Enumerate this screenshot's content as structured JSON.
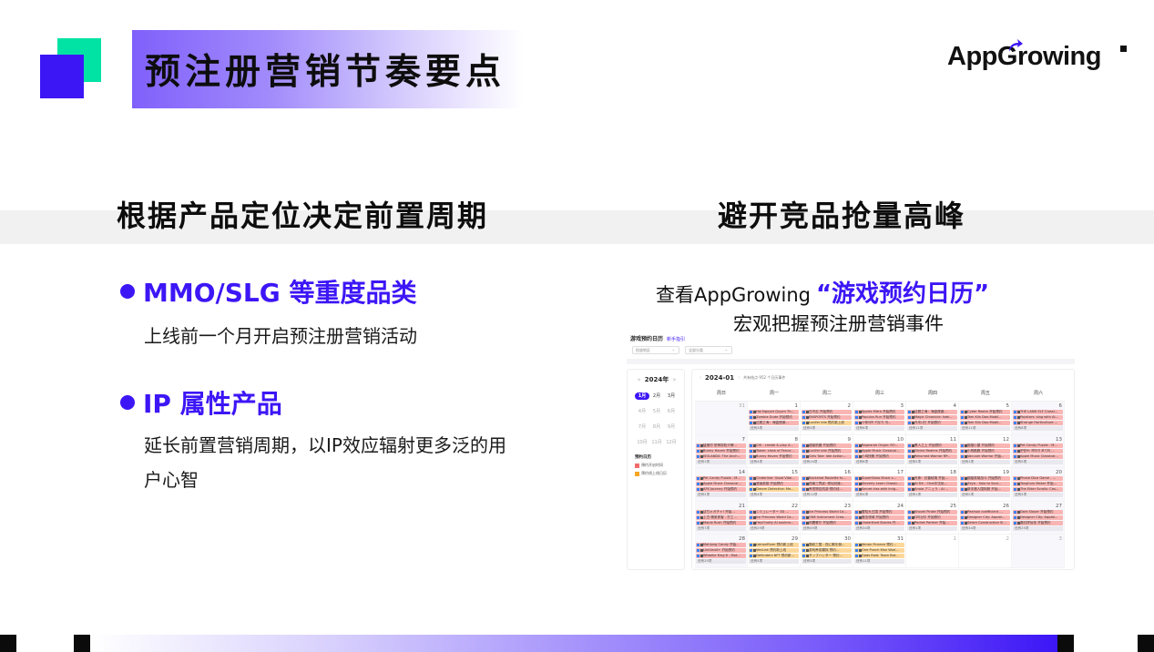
{
  "header": {
    "title": "预注册营销节奏要点",
    "logo_text_before": "App",
    "logo_text_after": "rowing",
    "logo_g": "G",
    "logo_icon": "arrow-up-right-icon"
  },
  "left": {
    "heading": "根据产品定位决定前置周期",
    "bullets": [
      {
        "title": "MMO/SLG 等重度品类",
        "desc": "上线前一个月开启预注册营销活动"
      },
      {
        "title": "IP 属性产品",
        "desc": "延长前置营销周期，以IP效应辐射更多泛的用户心智"
      }
    ]
  },
  "right": {
    "heading": "避开竞品抢量高峰",
    "cta_prefix": "查看AppGrowing",
    "cta_highlight": "“游戏预约日历”",
    "cta_line2": "宏观把握预注册营销事件"
  },
  "calendar": {
    "title": "游戏预约日历",
    "title_link": "新手指引",
    "filters": [
      "投放地区",
      "全部分类"
    ],
    "year": "2024年",
    "months": [
      "1月",
      "2月",
      "3月",
      "4月",
      "5月",
      "6月",
      "7月",
      "8月",
      "9月",
      "10月",
      "11月",
      "12月"
    ],
    "active_month": "1月",
    "legend_title": "预约日历",
    "legend": [
      {
        "label": "預约开启时间",
        "color": "#f26b6b"
      },
      {
        "label": "预约线上线日历",
        "color": "#f5a623"
      }
    ],
    "current": "2024-01",
    "summary": "共有结点 952 个日历事件",
    "weekdays": [
      "周日",
      "周一",
      "周二",
      "周三",
      "周四",
      "周五",
      "周六"
    ],
    "weeks": [
      [
        {
          "day": "31",
          "other": true,
          "events": [],
          "more": ""
        },
        {
          "day": "1",
          "events": [
            [
              "Hai Nguyet Quyen Th...",
              "red"
            ],
            [
              "Zombie Dude 开始预约",
              "red"
            ],
            [
              "征服之海：海盗侵袭...",
              "red"
            ]
          ],
          "more": "还有3项"
        },
        {
          "day": "2",
          "events": [
            [
              "白鸟志 开始预约",
              "red"
            ],
            [
              "ENSPORTS 开始预约",
              "red"
            ],
            [
              "Lucifer idle 预约新上线",
              "orange"
            ]
          ],
          "more": "还有3项"
        },
        {
          "day": "3",
          "events": [
            [
              "Sports Mitra 开始预约",
              "red"
            ],
            [
              "Populus Run 开始预约",
              "red"
            ],
            [
              "스퀘어프 키우기 개...",
              "red"
            ]
          ],
          "more": "还有6项"
        },
        {
          "day": "4",
          "events": [
            [
              "征服之海：海盗侵袭...",
              "red"
            ],
            [
              "Magic Chronicle: Isek...",
              "red"
            ],
            [
              "차세나인 开始预约",
              "red"
            ]
          ],
          "more": "还有11项"
        },
        {
          "day": "5",
          "events": [
            [
              "Cyber Realm 开始预约",
              "red"
            ],
            [
              "Tam Kiln Dao Mobil...",
              "red"
            ],
            [
              "Tam Kiln Dao Mobil...",
              "red"
            ]
          ],
          "more": "还有11项"
        },
        {
          "day": "6",
          "events": [
            [
              "THE LAND ELF Crossi...",
              "red"
            ],
            [
              "Popstars: sing with AI...",
              "red"
            ],
            [
              "Strange Horticulture ...",
              "red"
            ]
          ],
          "more": "还有8项"
        }
      ],
      [
        {
          "day": "7",
          "events": [
            [
              "猛鬼村 恐怖探险卡牌...",
              "red"
            ],
            [
              "Bunny Haven 开始预约",
              "red"
            ],
            [
              "ISOLAND4: The Anch...",
              "red"
            ]
          ],
          "more": "还有1项"
        },
        {
          "day": "8",
          "events": [
            [
              "CHI - create & play A...",
              "red"
            ],
            [
              "Tower: clash of Fence...",
              "red"
            ],
            [
              "Bunny Haven 开始预约",
              "red"
            ]
          ],
          "more": "还有4项"
        },
        {
          "day": "9",
          "events": [
            [
              "超级机器 开始预约",
              "red"
            ],
            [
              "Lucifer idle 开始预约",
              "red"
            ],
            [
              "Girls Tale: Idle Action...",
              "red"
            ]
          ],
          "more": "还有14项"
        },
        {
          "day": "10",
          "events": [
            [
              "Ragnarok Origin: RO...",
              "red"
            ],
            [
              "Apple Music Classical...",
              "red"
            ],
            [
              "小鸡快跑 开始预约",
              "red"
            ]
          ],
          "more": "还有8项"
        },
        {
          "day": "11",
          "events": [
            [
              "黑人之上 开始预约",
              "red"
            ],
            [
              "Divine Realms 开始预约",
              "red"
            ],
            [
              "Returned Warrior RP...",
              "red"
            ]
          ],
          "more": "还有2项"
        },
        {
          "day": "12",
          "events": [
            [
              "猫猫小屋 开始预约",
              "red"
            ],
            [
              "小狗跑跑 开始预约",
              "red"
            ],
            [
              "Vacuum Warrior 开始...",
              "red"
            ]
          ],
          "more": "还有1项"
        },
        {
          "day": "13",
          "events": [
            [
              "Pet Candy Puzzle - M...",
              "red"
            ],
            [
              "운명M: 까마귀 포기의 ...",
              "red"
            ],
            [
              "Apple Music Classical...",
              "red"
            ]
          ],
          "more": "还有5项"
        }
      ],
      [
        {
          "day": "14",
          "events": [
            [
              "Pet Candy Puzzle - M...",
              "red"
            ],
            [
              "Apple Music Classical...",
              "red"
            ],
            [
              "AFK Journey 开始预约",
              "red"
            ]
          ],
          "more": "还有2项"
        },
        {
          "day": "15",
          "events": [
            [
              "Cinderline: Good Vibe...",
              "red"
            ],
            [
              "漫画英雄 开始预约",
              "red"
            ],
            [
              "Dream Detective: Me...",
              "orange"
            ]
          ],
          "more": "还有4项"
        },
        {
          "day": "16",
          "events": [
            [
              "Backshot Roulette fu...",
              "red"
            ],
            [
              "西南三界武: 修仙剑道...",
              "red"
            ],
            [
              "养宠物挂机游·预约线...",
              "red"
            ]
          ],
          "more": "还有12项"
        },
        {
          "day": "17",
          "events": [
            [
              "SuperShow Music s...",
              "red"
            ],
            [
              "Kleverly Learn Classic...",
              "red"
            ],
            [
              "Secret kiss with knig...",
              "red"
            ]
          ],
          "more": "还有4项"
        },
        {
          "day": "18",
          "events": [
            [
              "天命：幻兽秘境 开始...",
              "red"
            ],
            [
              "AI DX - Chat中文私...",
              "red"
            ],
            [
              "Anola アニュラ - AI ...",
              "red"
            ]
          ],
          "more": "还有1项"
        },
        {
          "day": "19",
          "events": [
            [
              "超级英雄战斗 开始预约",
              "red"
            ],
            [
              "Zeya - Solo to Soul...",
              "red"
            ],
            [
              "新手猎人国际服 开始...",
              "red"
            ]
          ],
          "more": "还有2项"
        },
        {
          "day": "20",
          "events": [
            [
              "Phone Dice Game - ...",
              "red"
            ],
            [
              "Tanghulu Maker 开始...",
              "red"
            ],
            [
              "The Elder Scrolls: Cas...",
              "red"
            ]
          ],
          "more": "还有5项"
        }
      ],
      [
        {
          "day": "21",
          "events": [
            [
              "ぼちゃガチャ! 开始...",
              "red"
            ],
            [
              "上古·精英侠客 - 打工...",
              "red"
            ],
            [
              "Maple Rush 开始预约",
              "red"
            ]
          ],
          "more": "还有7项"
        },
        {
          "day": "22",
          "events": [
            [
              "シミュレーター 3D ...",
              "red"
            ],
            [
              "Ice Princess World Ca...",
              "red"
            ],
            [
              "HeyChatty AI soulma...",
              "red"
            ]
          ],
          "more": "还有29项"
        },
        {
          "day": "23",
          "events": [
            [
              "Ice Princess World Ca...",
              "red"
            ],
            [
              "ONE Instrument Crea...",
              "red"
            ],
            [
              "闲置餐厅 开始预约",
              "red"
            ]
          ],
          "more": "还有49项"
        },
        {
          "day": "24",
          "events": [
            [
              "冒险大王国 开始预约",
              "red"
            ],
            [
              "魔法领域 开始预约",
              "red"
            ],
            [
              "Unearthed Stories 开...",
              "red"
            ]
          ],
          "more": "还有34项"
        },
        {
          "day": "25",
          "events": [
            [
              "Shovel Pirate 开始预约",
              "red"
            ],
            [
              "다미상우 开始预约",
              "red"
            ],
            [
              "Pocket Partner 开始...",
              "red"
            ]
          ],
          "more": "还有1项"
        },
        {
          "day": "26",
          "events": [
            [
              "Pearson coefficient ...",
              "red"
            ],
            [
              "Designer City: Aquati...",
              "red"
            ],
            [
              "Seism Construction Si...",
              "red"
            ]
          ],
          "more": "还有34项"
        },
        {
          "day": "27",
          "events": [
            [
              "Dark Slayer 开始预约",
              "red"
            ],
            [
              "Designer City: Aquati...",
              "red"
            ],
            [
              "魔幻修仙传 开始预约",
              "red"
            ]
          ],
          "more": "还有25项"
        }
      ],
      [
        {
          "day": "28",
          "events": [
            [
              "Mahjong Candy 开始...",
              "red"
            ],
            [
              "LinkVault+ 开始预约",
              "red"
            ],
            [
              "Wheelie King 6 - Mot...",
              "red"
            ]
          ],
          "more": "还有25项"
        },
        {
          "day": "29",
          "events": [
            [
              "LemonRiver 预约新上线",
              "orange"
            ],
            [
              "VeeLink 预约新上线",
              "orange"
            ],
            [
              "Defenders NFT 预约新...",
              "orange"
            ]
          ],
          "more": "还有5项"
        },
        {
          "day": "30",
          "events": [
            [
              "霸权三国 - 西に敵を倒...",
              "orange"
            ],
            [
              "游戏养成模拟 预约...",
              "orange"
            ],
            [
              "タップハンター 预约...",
              "orange"
            ]
          ],
          "more": "还有3项"
        },
        {
          "day": "31",
          "events": [
            [
              "Xenon Finance 预约...",
              "orange"
            ],
            [
              "One Punch Man Worl...",
              "orange"
            ],
            [
              "Gods Raid: Team Bat...",
              "orange"
            ]
          ],
          "more": "还有11项"
        },
        {
          "day": "1",
          "other": true,
          "events": [],
          "more": ""
        },
        {
          "day": "2",
          "other": true,
          "events": [],
          "more": ""
        },
        {
          "day": "3",
          "other": true,
          "events": [],
          "more": ""
        }
      ]
    ]
  },
  "colors": {
    "accent": "#3d16f6",
    "green": "#00e3a4",
    "band_gray": "#f1f1f1",
    "event_red": "#f8b5b3",
    "event_orange": "#fcd79a"
  }
}
